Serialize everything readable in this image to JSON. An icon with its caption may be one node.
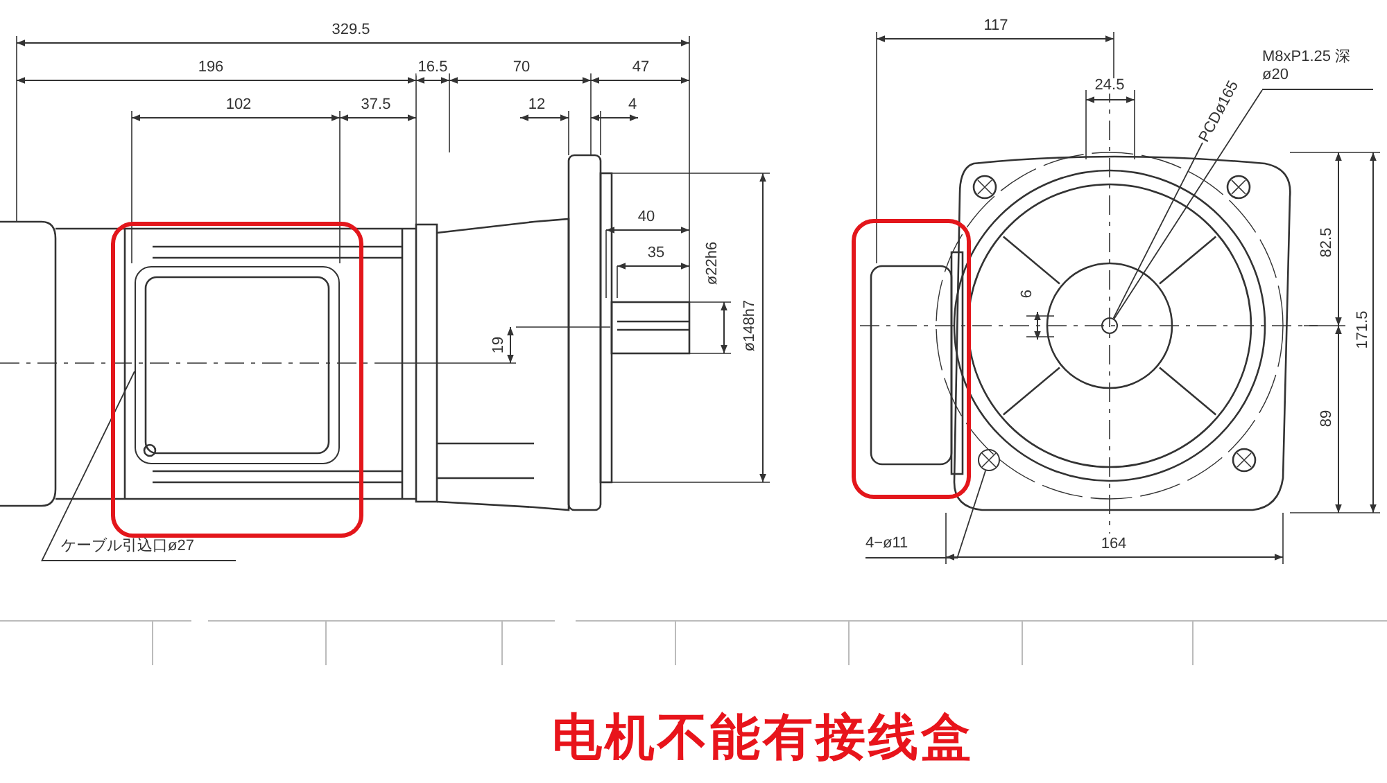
{
  "diagram": {
    "caption": "电机不能有接线盒",
    "nodes": [
      {
        "text": [],
        "shape": "box"
      },
      {
        "text": [],
        "shape": "box"
      },
      {
        "text": [
          "ケーブル引込口ø27"
        ]
      },
      {
        "text": [
          "4−ø11"
        ]
      },
      {
        "text": [
          "M8xP1.25 深ø20"
        ]
      },
      {
        "text": [
          "PCDø165"
        ]
      },
      {
        "text": [],
        "shape": "box",
        "in": 0
      },
      {
        "text": [],
        "shape": "circle"
      },
      {
        "text": [],
        "shape": "circle"
      }
    ],
    "edges": [
      {
        "from": 2,
        "to": 6,
        "arrow": "none"
      },
      {
        "from": 3,
        "to": 7,
        "arrow": "none"
      },
      {
        "from": 4,
        "to": 8,
        "arrow": "none"
      },
      {
        "from": 5,
        "to": 8,
        "arrow": "none"
      }
    ],
    "labels": [
      "329.5",
      "196",
      "16.5",
      "70",
      "47",
      "102",
      "37.5",
      "12",
      "4",
      "40",
      "35",
      "ø22h6",
      "ø148h7",
      "19",
      "117",
      "24.5",
      "6",
      "82.5",
      "171.5",
      "89",
      "164"
    ]
  }
}
